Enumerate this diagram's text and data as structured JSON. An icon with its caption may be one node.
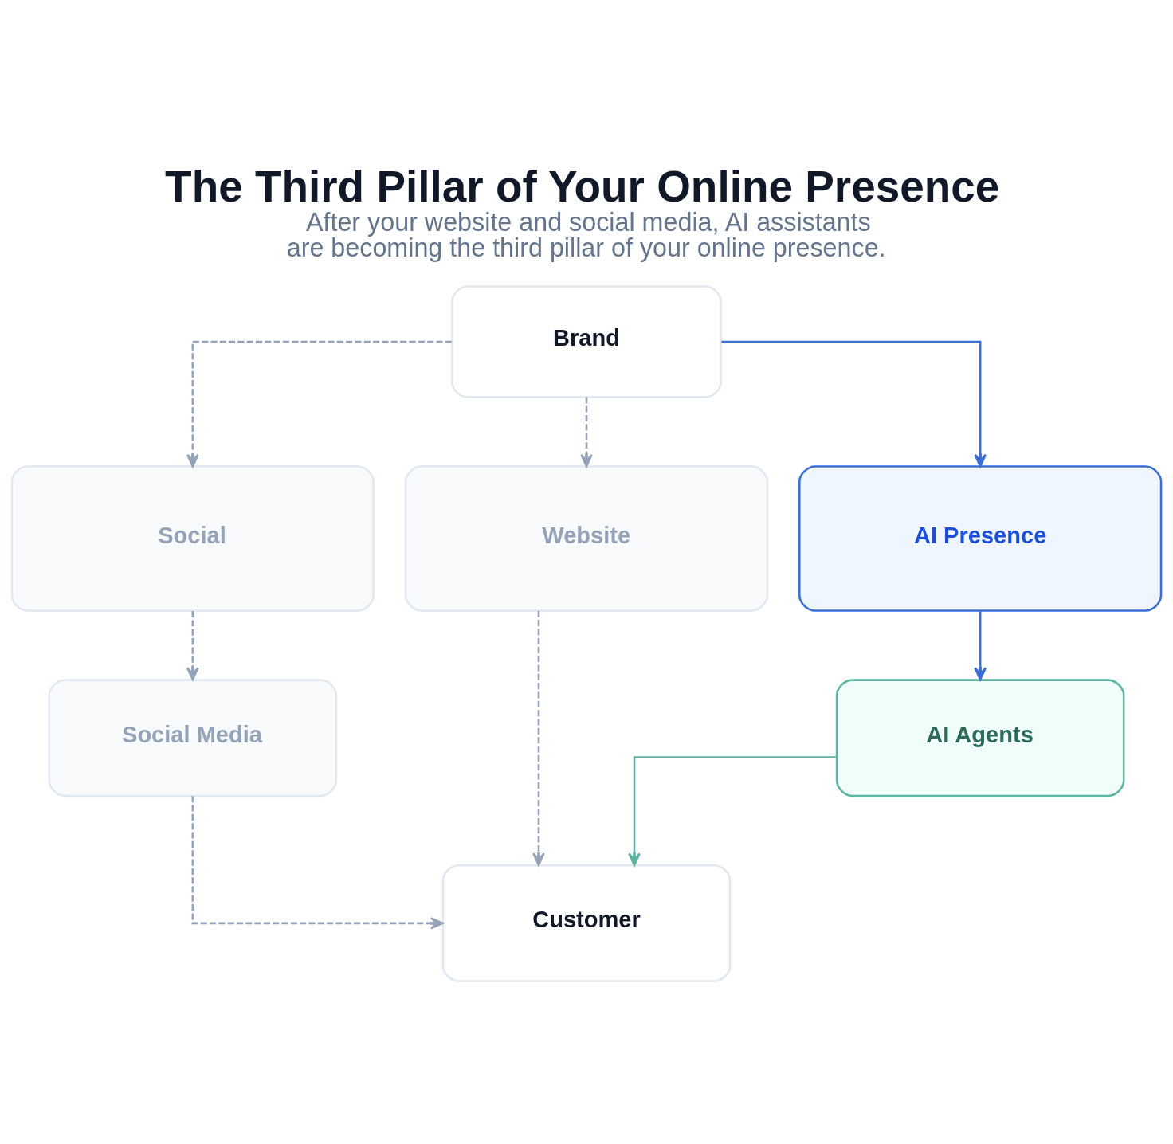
{
  "diagram": {
    "title": "The Third Pillar of Your Online Presence",
    "caption": "After your website and social media, AI assistants are becoming the third pillar of your online presence.",
    "nodes": [
      {
        "text": [
          "Brand"
        ]
      },
      {
        "text": [
          "Social"
        ]
      },
      {
        "text": [
          "Website"
        ]
      },
      {
        "text": [
          "AI Presence"
        ]
      },
      {
        "text": [
          "Social Media"
        ]
      },
      {
        "text": [
          "AI Agents"
        ]
      },
      {
        "text": [
          "Customer"
        ]
      }
    ],
    "edges": [
      {
        "from": 0,
        "to": 1,
        "arrow": "to",
        "style": "dashed"
      },
      {
        "from": 0,
        "to": 2,
        "arrow": "to",
        "style": "dashed"
      },
      {
        "from": 0,
        "to": 3,
        "arrow": "to",
        "color": "#3b6fd6"
      },
      {
        "from": 1,
        "to": 4,
        "arrow": "to",
        "style": "dashed"
      },
      {
        "from": 2,
        "to": 6,
        "arrow": "to",
        "style": "dashed"
      },
      {
        "from": 3,
        "to": 5,
        "arrow": "to",
        "color": "#3b6fd6"
      },
      {
        "from": 4,
        "to": 6,
        "arrow": "to",
        "style": "dashed"
      },
      {
        "from": 5,
        "to": 6,
        "arrow": "to",
        "color": "#5bb5a0"
      }
    ]
  }
}
